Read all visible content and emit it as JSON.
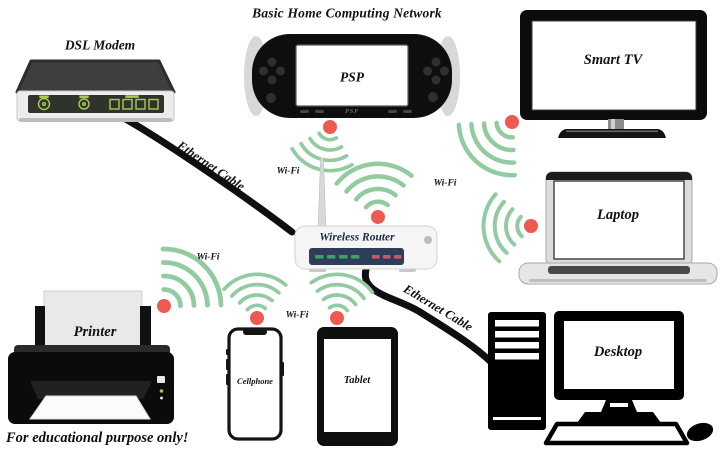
{
  "title": "Basic Home Computing Network",
  "footer": "For educational purpose only!",
  "devices": {
    "modem": {
      "label": "DSL Modem"
    },
    "psp": {
      "screen_label": "PSP",
      "logo": "PSP"
    },
    "smart_tv": {
      "label": "Smart TV"
    },
    "router": {
      "label": "Wireless Router"
    },
    "laptop": {
      "label": "Laptop"
    },
    "desktop": {
      "label": "Desktop"
    },
    "printer": {
      "label": "Printer"
    },
    "cellphone": {
      "label": "Cellphone"
    },
    "tablet": {
      "label": "Tablet"
    }
  },
  "connections": {
    "wifi_label": "Wi-Fi",
    "ethernet_label": "Ethernet Cable"
  },
  "colors": {
    "wifi_arc": "#93cba1",
    "connection_dot": "#ec5a52",
    "cable": "#0f0f0f",
    "router_panel": "#2e3d58",
    "router_led_green": "#3fa06c",
    "router_led_red": "#cf5668",
    "modem_led_green": "#a8cc52"
  }
}
